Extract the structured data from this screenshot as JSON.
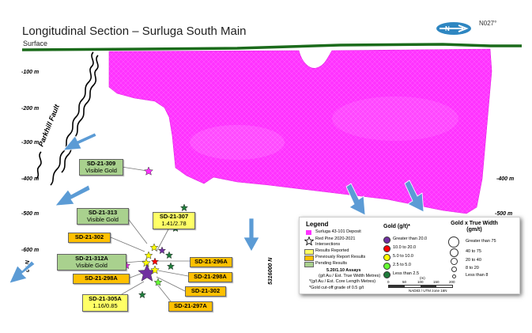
{
  "title": "Longitudinal Section – Surluga South Main",
  "surface_label": "Surface",
  "north_label": "N027°",
  "fault_label": "Parkhill Fault",
  "depth_left": [
    "-100 m",
    "-200 m",
    "-300 m",
    "-400 m",
    "-500 m",
    "-600 m"
  ],
  "depth_right": [
    "-400 m",
    "-500 m"
  ],
  "northing_label": "5316000 N",
  "northing_left_partial": "00 N",
  "callouts": {
    "sd309": {
      "id": "SD-21-309",
      "note": "Visible Gold"
    },
    "sd313": {
      "id": "SD-21-313",
      "note": "Visible Gold"
    },
    "sd302a": {
      "id": "SD-21-302"
    },
    "sd307": {
      "id": "SD-21-307",
      "value": "1.41/2.78"
    },
    "sd312a": {
      "id": "SD-21-312A",
      "note": "Visible Gold"
    },
    "sd298a_left": {
      "id": "SD-21-298A"
    },
    "sd296a": {
      "id": "SD-21-296A"
    },
    "sd298a_right": {
      "id": "SD-21-298A"
    },
    "sd302b": {
      "id": "SD-21-302"
    },
    "sd305a": {
      "id": "SD-21-305A",
      "value": "1.16/0.85"
    },
    "sd297a": {
      "id": "SD-21-297A"
    }
  },
  "legend": {
    "title": "Legend",
    "deposit": "Surluga 43-101 Deposit",
    "red_pine": "Red Pine 2020-2021 Intersections",
    "results_reported": "Results Reported",
    "previously_reported": "Previously Report Results",
    "pending": "Pending Results",
    "assay_example": "5.20/1.10 Assays",
    "assay_note1": "(g/t Au / Est. True Width Metres)",
    "assay_note2": "*(g/t Au / Est. Core Length Metres)",
    "cutoff": "*Gold cut-off grade of 0.5 g/t",
    "gold_title": "Gold (g/t)*",
    "gold_classes": [
      {
        "label": "Greater than 20.0",
        "color": "#7030a0"
      },
      {
        "label": "10.0 to 20.0",
        "color": "#ff0000"
      },
      {
        "label": "5.0 to 10.0",
        "color": "#ffff00"
      },
      {
        "label": "2.5 to 5.0",
        "color": "#66ff33"
      },
      {
        "label": "Less than 2.5",
        "color": "#1e7b3a"
      }
    ],
    "width_title": "Gold x True Width",
    "width_unit": "(gm/t)",
    "width_classes": [
      "Greater than 75",
      "40 to 75",
      "20 to 40",
      "8 to 20",
      "Less than 8"
    ],
    "scale_unit": "(m)",
    "scale_ticks": [
      "0",
      "50",
      "100",
      "150",
      "200"
    ],
    "datum": "NAD83 / UTM zone 16N"
  },
  "colors": {
    "deposit": "#ff33ff",
    "surface_line": "#1b6b1b",
    "arrow": "#5b9bd5",
    "callout_green": "#a9d18e",
    "callout_yellow": "#ffff66",
    "callout_orange": "#ffc000"
  }
}
